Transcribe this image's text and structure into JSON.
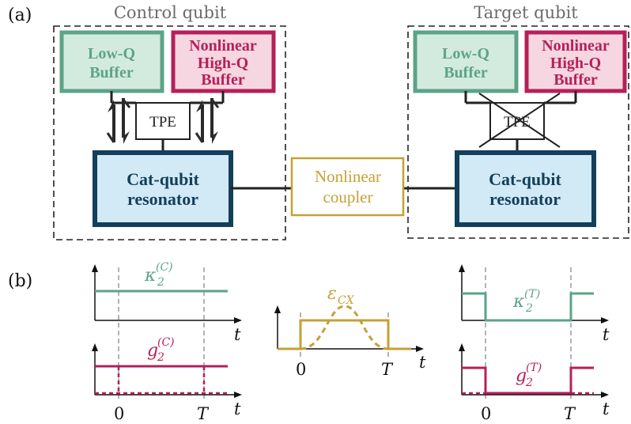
{
  "panel_a": {
    "label": "(a)",
    "control": {
      "title": "Control qubit",
      "low_q_buffer": [
        "Low-Q",
        "Buffer"
      ],
      "high_q_buffer": [
        "Nonlinear",
        "High-Q",
        "Buffer"
      ],
      "tpe": "TPE",
      "resonator": [
        "Cat-qubit",
        "resonator"
      ]
    },
    "target": {
      "title": "Target qubit",
      "low_q_buffer": [
        "Low-Q",
        "Buffer"
      ],
      "high_q_buffer": [
        "Nonlinear",
        "High-Q",
        "Buffer"
      ],
      "tpe": "TPE",
      "resonator": [
        "Cat-qubit",
        "resonator"
      ]
    },
    "coupler": [
      "Nonlinear",
      "coupler"
    ]
  },
  "panel_b": {
    "label": "(b)",
    "kappa_c": {
      "base": "κ",
      "sub": "2",
      "sup": "(C)"
    },
    "g_c": {
      "base": "g",
      "sub": "2",
      "sup": "(C)"
    },
    "eps": {
      "base": "ε",
      "sub": "CX"
    },
    "kappa_t": {
      "base": "κ",
      "sub": "2",
      "sup": "(T)"
    },
    "g_t": {
      "base": "g",
      "sub": "2",
      "sup": "(T)"
    },
    "t_axis": "t",
    "zero_tick": "0",
    "T_tick": "T"
  },
  "colors": {
    "green": "#5da387",
    "green_fill": "#d3ebdf",
    "crimson": "#b5205a",
    "crimson_fill": "#f6d6e0",
    "navy": "#123f5a",
    "blue_fill": "#d2eaf6",
    "gold": "#c4a137",
    "grey_dash": "#8a8a8a"
  }
}
